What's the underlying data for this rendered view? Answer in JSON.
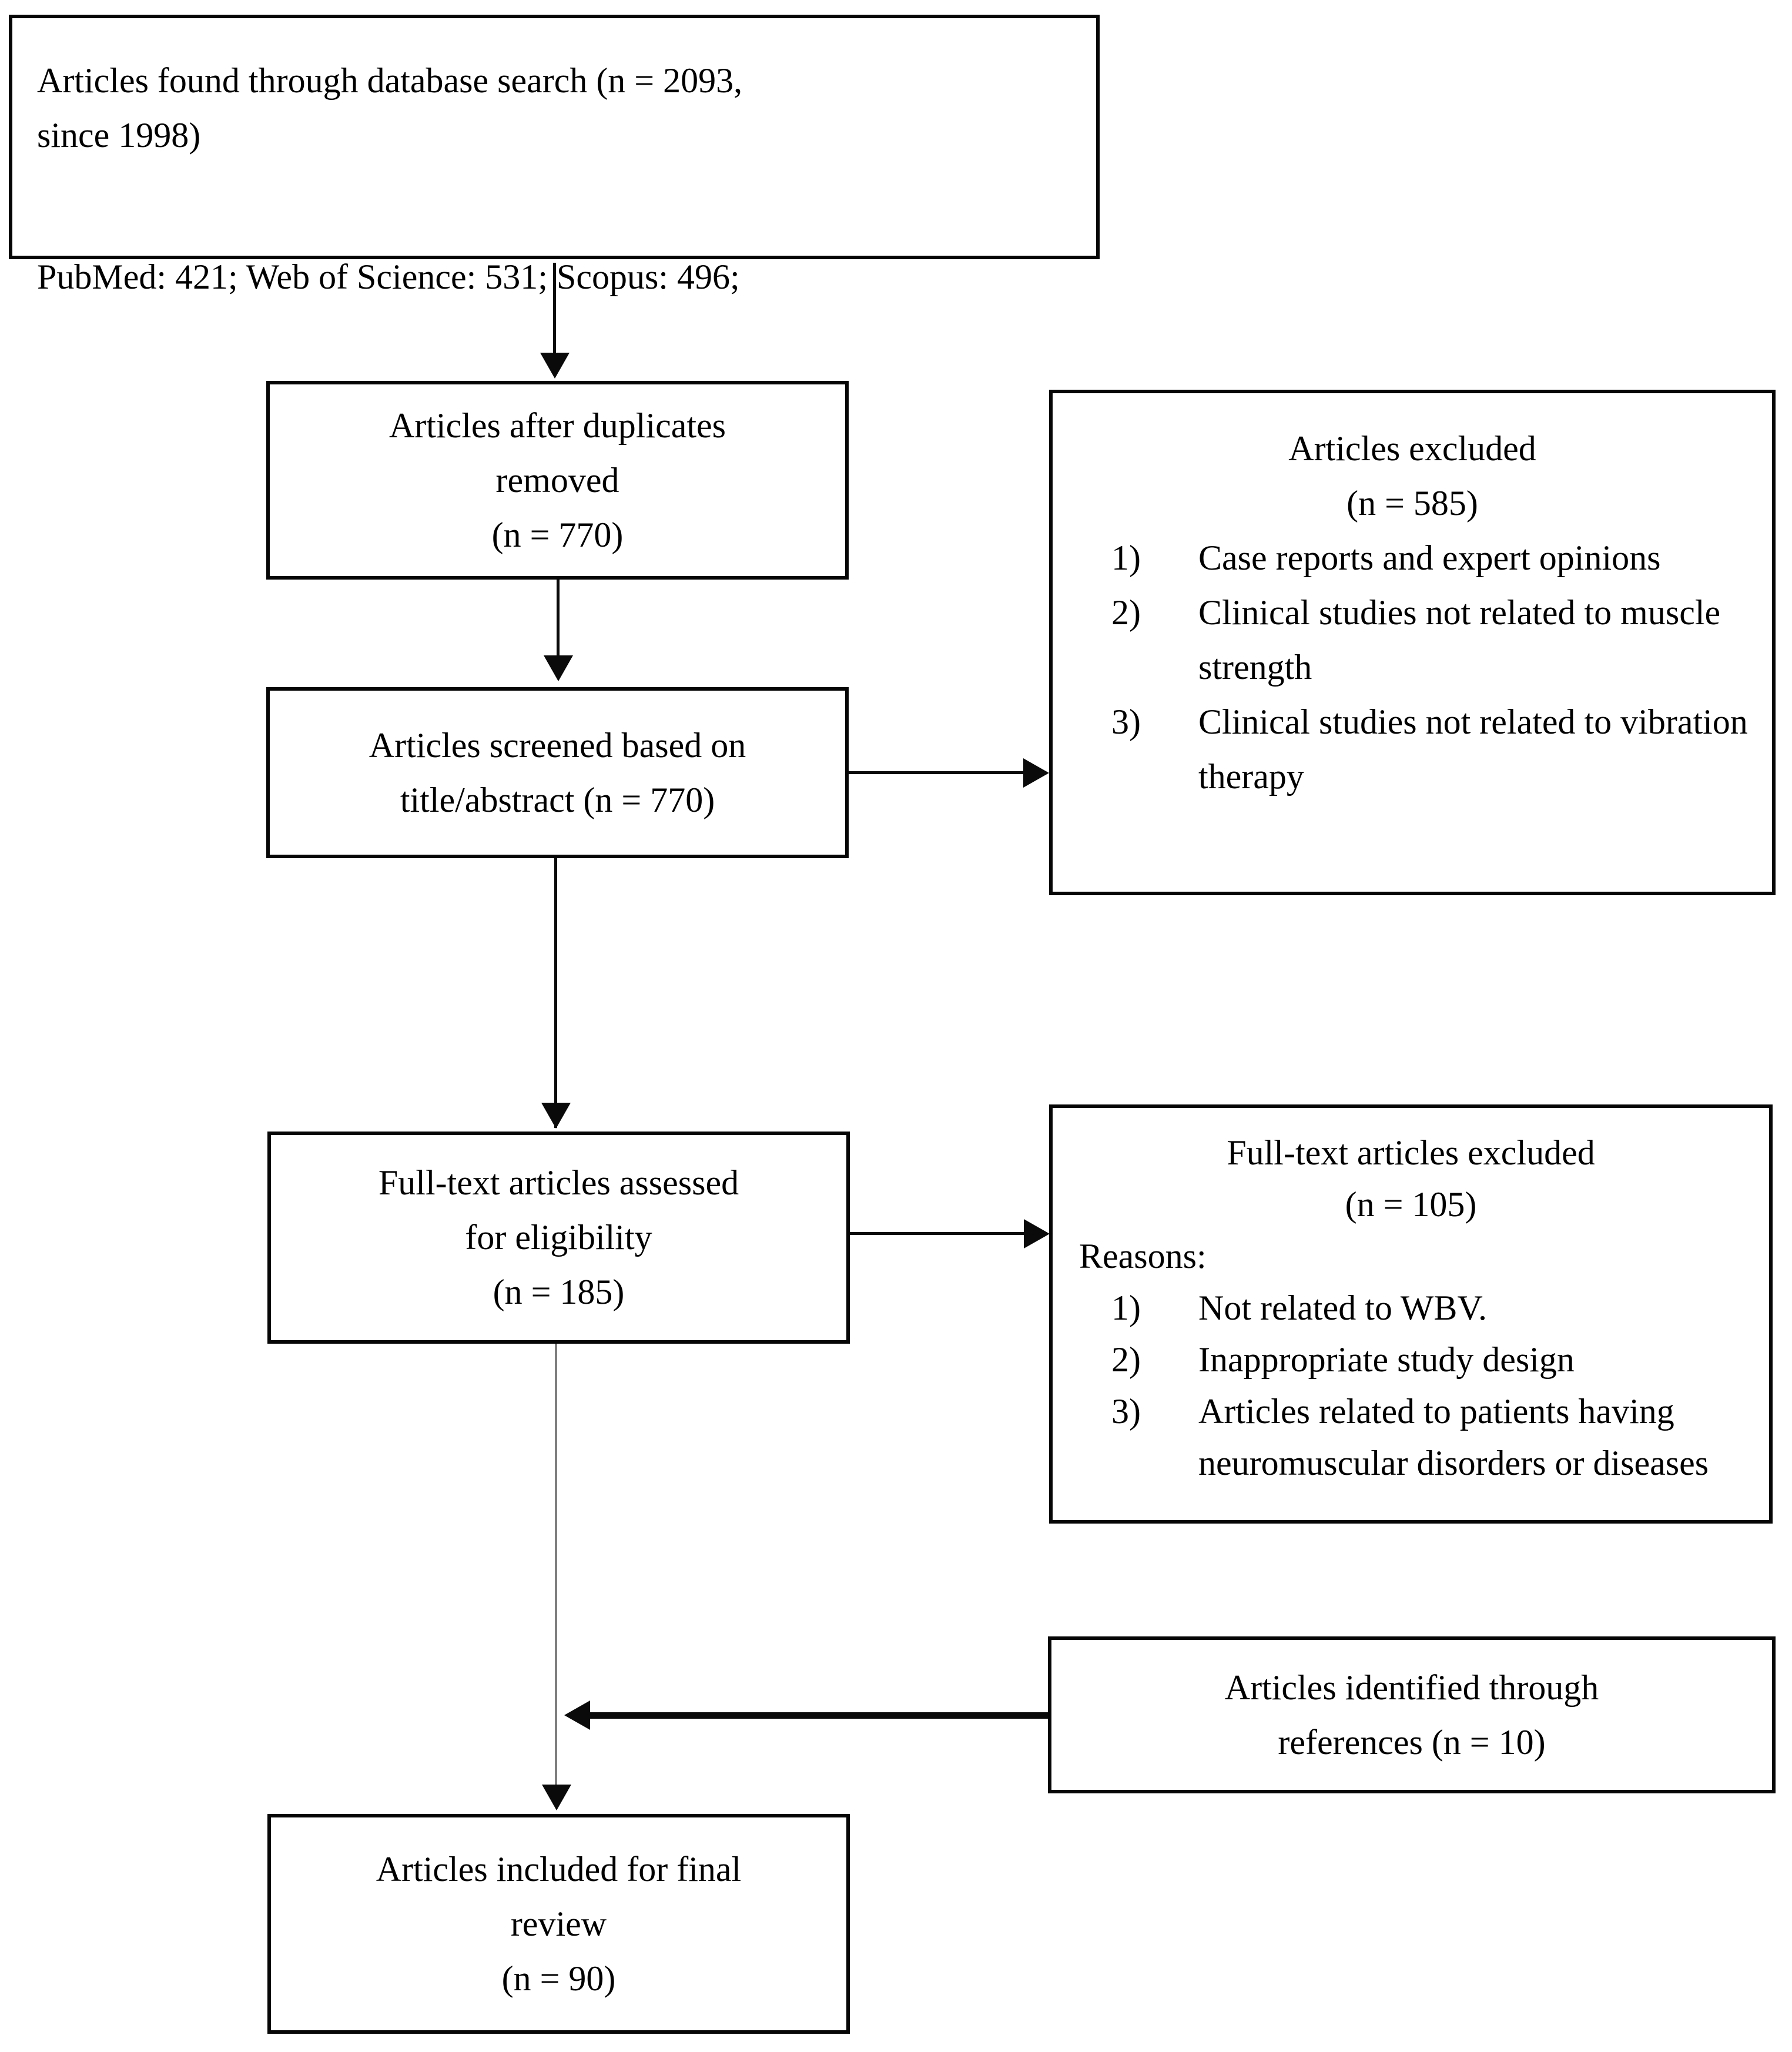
{
  "boxes": {
    "database_search": {
      "line1": "Articles found through database search (n = 2093,",
      "line2": "since 1998)",
      "sources": "PubMed: 421; Web of Science: 531; Scopus: 496;"
    },
    "duplicates_removed": {
      "line1": "Articles after duplicates",
      "line2": "removed",
      "line3": "(n = 770)"
    },
    "screened": {
      "line1": "Articles screened based on",
      "line2": "title/abstract (n = 770)"
    },
    "articles_excluded": {
      "title": "Articles excluded",
      "count": "(n = 585)",
      "items": [
        {
          "num": "1)",
          "text": "Case reports and expert opinions"
        },
        {
          "num": "2)",
          "text": "Clinical studies not related to muscle strength"
        },
        {
          "num": "3)",
          "text": "Clinical studies not related to vibration therapy"
        }
      ]
    },
    "fulltext_assessed": {
      "line1": "Full-text articles assessed",
      "line2": "for eligibility",
      "line3": "(n = 185)"
    },
    "fulltext_excluded": {
      "title": "Full-text articles excluded",
      "count": "(n = 105)",
      "reasons_label": "Reasons:",
      "items": [
        {
          "num": "1)",
          "text": "Not related to WBV."
        },
        {
          "num": "2)",
          "text": "Inappropriate study design"
        },
        {
          "num": "3)",
          "text": "Articles related to patients having neuromuscular disorders or diseases"
        }
      ]
    },
    "references_identified": {
      "line1": "Articles identified through",
      "line2": "references (n = 10)"
    },
    "final_included": {
      "line1": "Articles included for final",
      "line2": "review",
      "line3": "(n = 90)"
    }
  },
  "colors": {
    "border": "#060606",
    "background": "#ffffff",
    "text": "#000000",
    "connector_gray": "#7d7d7d"
  }
}
